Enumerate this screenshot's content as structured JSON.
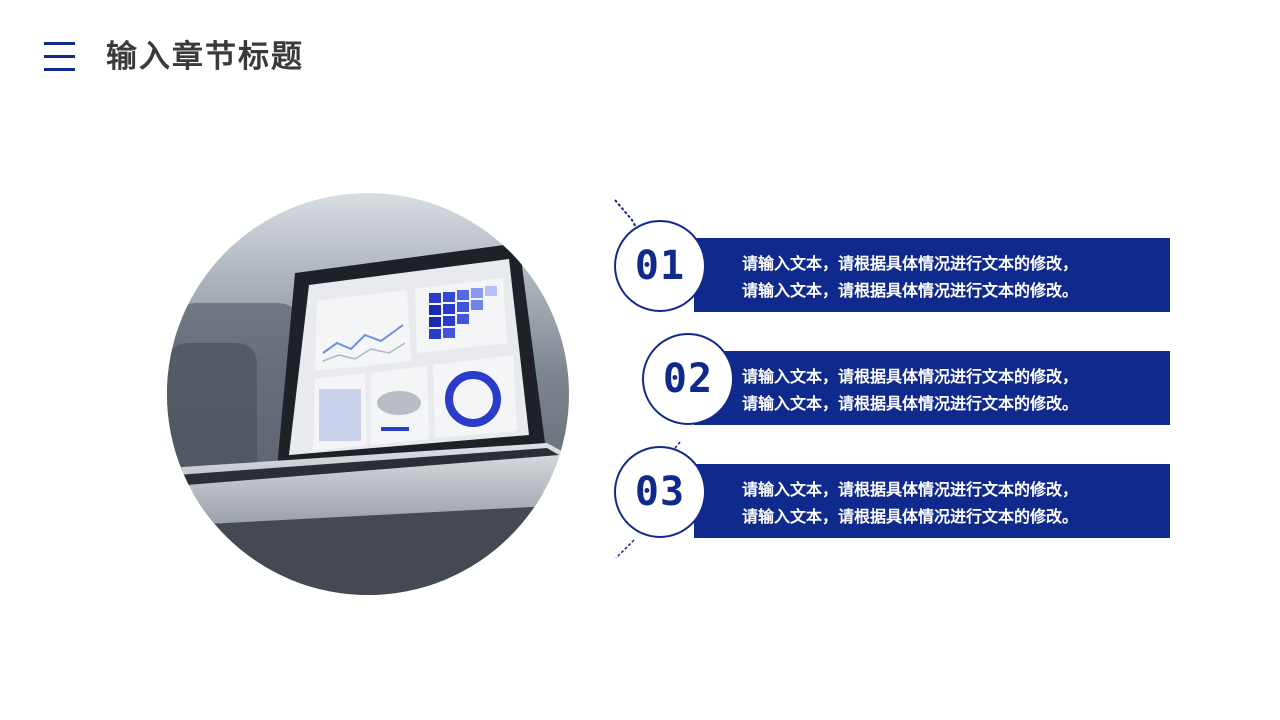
{
  "header": {
    "title": "输入章节标题"
  },
  "items": [
    {
      "number": "01",
      "line1": "请输入文本，请根据具体情况进行文本的修改，",
      "line2": "请输入文本，请根据具体情况进行文本的修改。"
    },
    {
      "number": "02",
      "line1": "请输入文本，请根据具体情况进行文本的修改，",
      "line2": "请输入文本，请根据具体情况进行文本的修改。"
    },
    {
      "number": "03",
      "line1": "请输入文本，请根据具体情况进行文本的修改，",
      "line2": "请输入文本，请根据具体情况进行文本的修改。"
    }
  ],
  "colors": {
    "accent": "#0f2a8c",
    "title": "#3a3a3a",
    "background": "#ffffff"
  },
  "icons": {
    "menu": "menu-icon"
  }
}
